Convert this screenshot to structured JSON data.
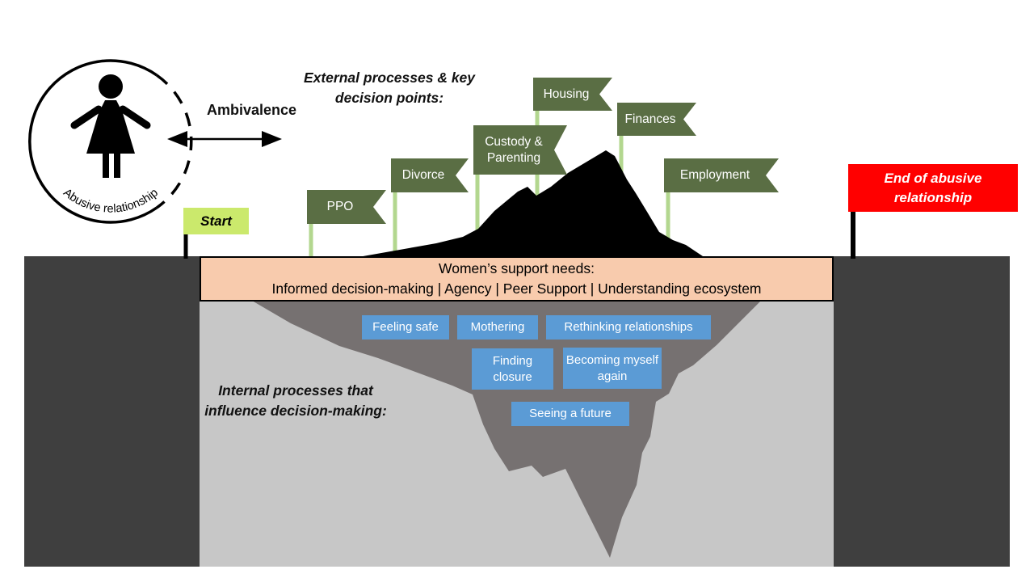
{
  "diagram": {
    "figure": {
      "circle_label": "Abusive relationship",
      "ambivalence": "Ambivalence"
    },
    "external": {
      "heading": [
        "External processes & key",
        "decision points:"
      ],
      "flags": [
        {
          "label": "PPO"
        },
        {
          "label": "Divorce"
        },
        {
          "label": "Custody & Parenting"
        },
        {
          "label": "Housing"
        },
        {
          "label": "Finances"
        },
        {
          "label": "Employment"
        }
      ]
    },
    "timeline": {
      "start": "Start",
      "end": [
        "End of abusive",
        "relationship"
      ]
    },
    "banner": {
      "line1": "Women’s support needs:",
      "line2": "Informed decision-making | Agency | Peer Support | Understanding ecosystem"
    },
    "internal": {
      "heading": [
        "Internal processes that",
        "influence decision-making:"
      ],
      "needs": [
        {
          "label": "Feeling safe"
        },
        {
          "label": "Mothering"
        },
        {
          "label": "Rethinking relationships"
        },
        {
          "label": "Finding closure"
        },
        {
          "label": "Becoming myself again"
        },
        {
          "label": "Seeing a future"
        }
      ]
    },
    "colors": {
      "flag_green": "#5a6e44",
      "pole_green": "#b3d78f",
      "start_green": "#cbe96c",
      "end_red": "#ff0000",
      "banner_orange": "#f8cbad",
      "need_blue": "#5b9bd5",
      "underground_dark": "#3f3f3f",
      "panel_light": "#c7c7c7",
      "submerged_gray": "#767171",
      "mountain_black": "#000000"
    }
  }
}
